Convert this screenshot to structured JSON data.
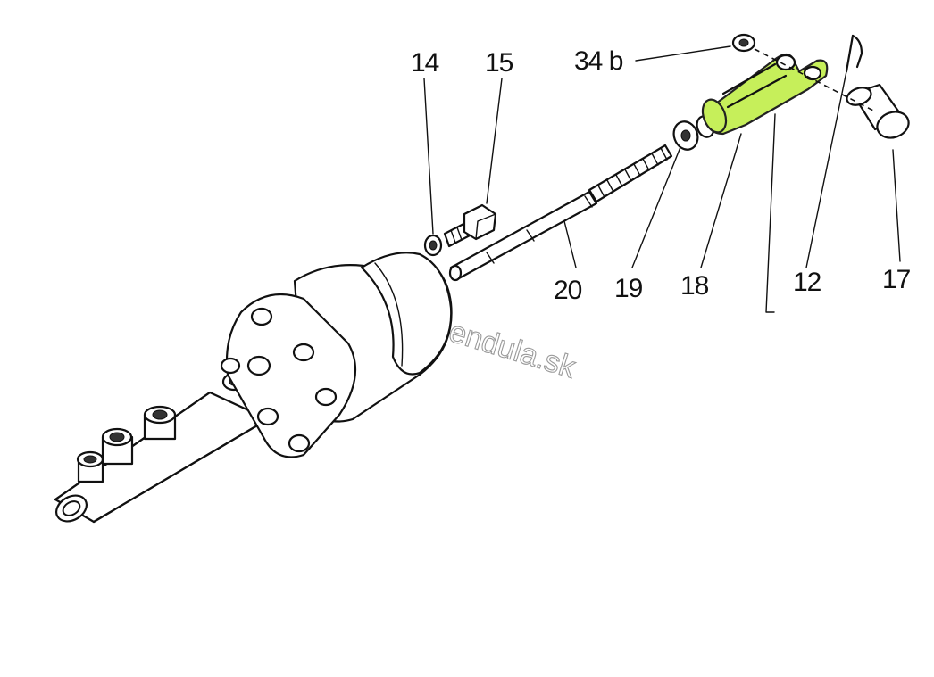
{
  "diagram": {
    "parts": [
      {
        "id": "p14",
        "label": "14"
      },
      {
        "id": "p15",
        "label": "15"
      },
      {
        "id": "p34b",
        "label": "34 b"
      },
      {
        "id": "p20",
        "label": "20"
      },
      {
        "id": "p19",
        "label": "19"
      },
      {
        "id": "p18",
        "label": "18"
      },
      {
        "id": "p12",
        "label": "12"
      },
      {
        "id": "p17",
        "label": "17"
      }
    ],
    "watermark": "www.bendula.sk",
    "highlight_color": "#c6ef5a"
  }
}
